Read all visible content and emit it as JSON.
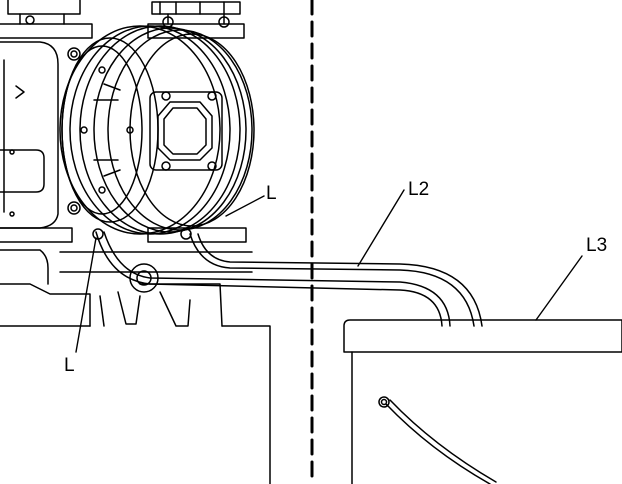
{
  "callouts": {
    "l_upper": "L",
    "l_lower": "L",
    "l2": "L2",
    "l3": "L3"
  },
  "colors": {
    "stroke": "#000000",
    "background": "#ffffff"
  }
}
